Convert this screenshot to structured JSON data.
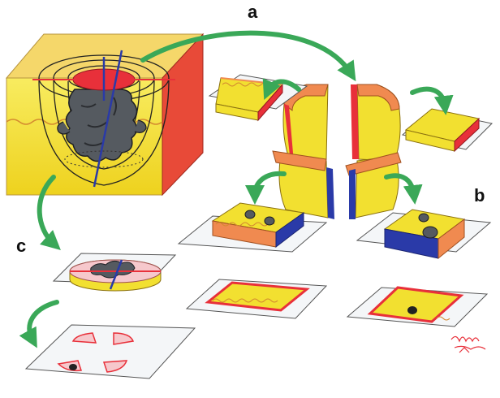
{
  "labels": {
    "a": "a",
    "b": "b",
    "c": "c"
  },
  "colors": {
    "tissue_yellow": "#f2e030",
    "margin_red": "#e8303a",
    "margin_blue": "#2a3aa8",
    "margin_orange": "#f08a50",
    "tumor_gray": "#555a60",
    "arrow_green": "#3aa858",
    "slide_white": "#f4f6f8",
    "section_pink": "#f6c8cc"
  },
  "icons": {
    "arrow": "curved-green-arrow",
    "signature": "artist-signature"
  }
}
